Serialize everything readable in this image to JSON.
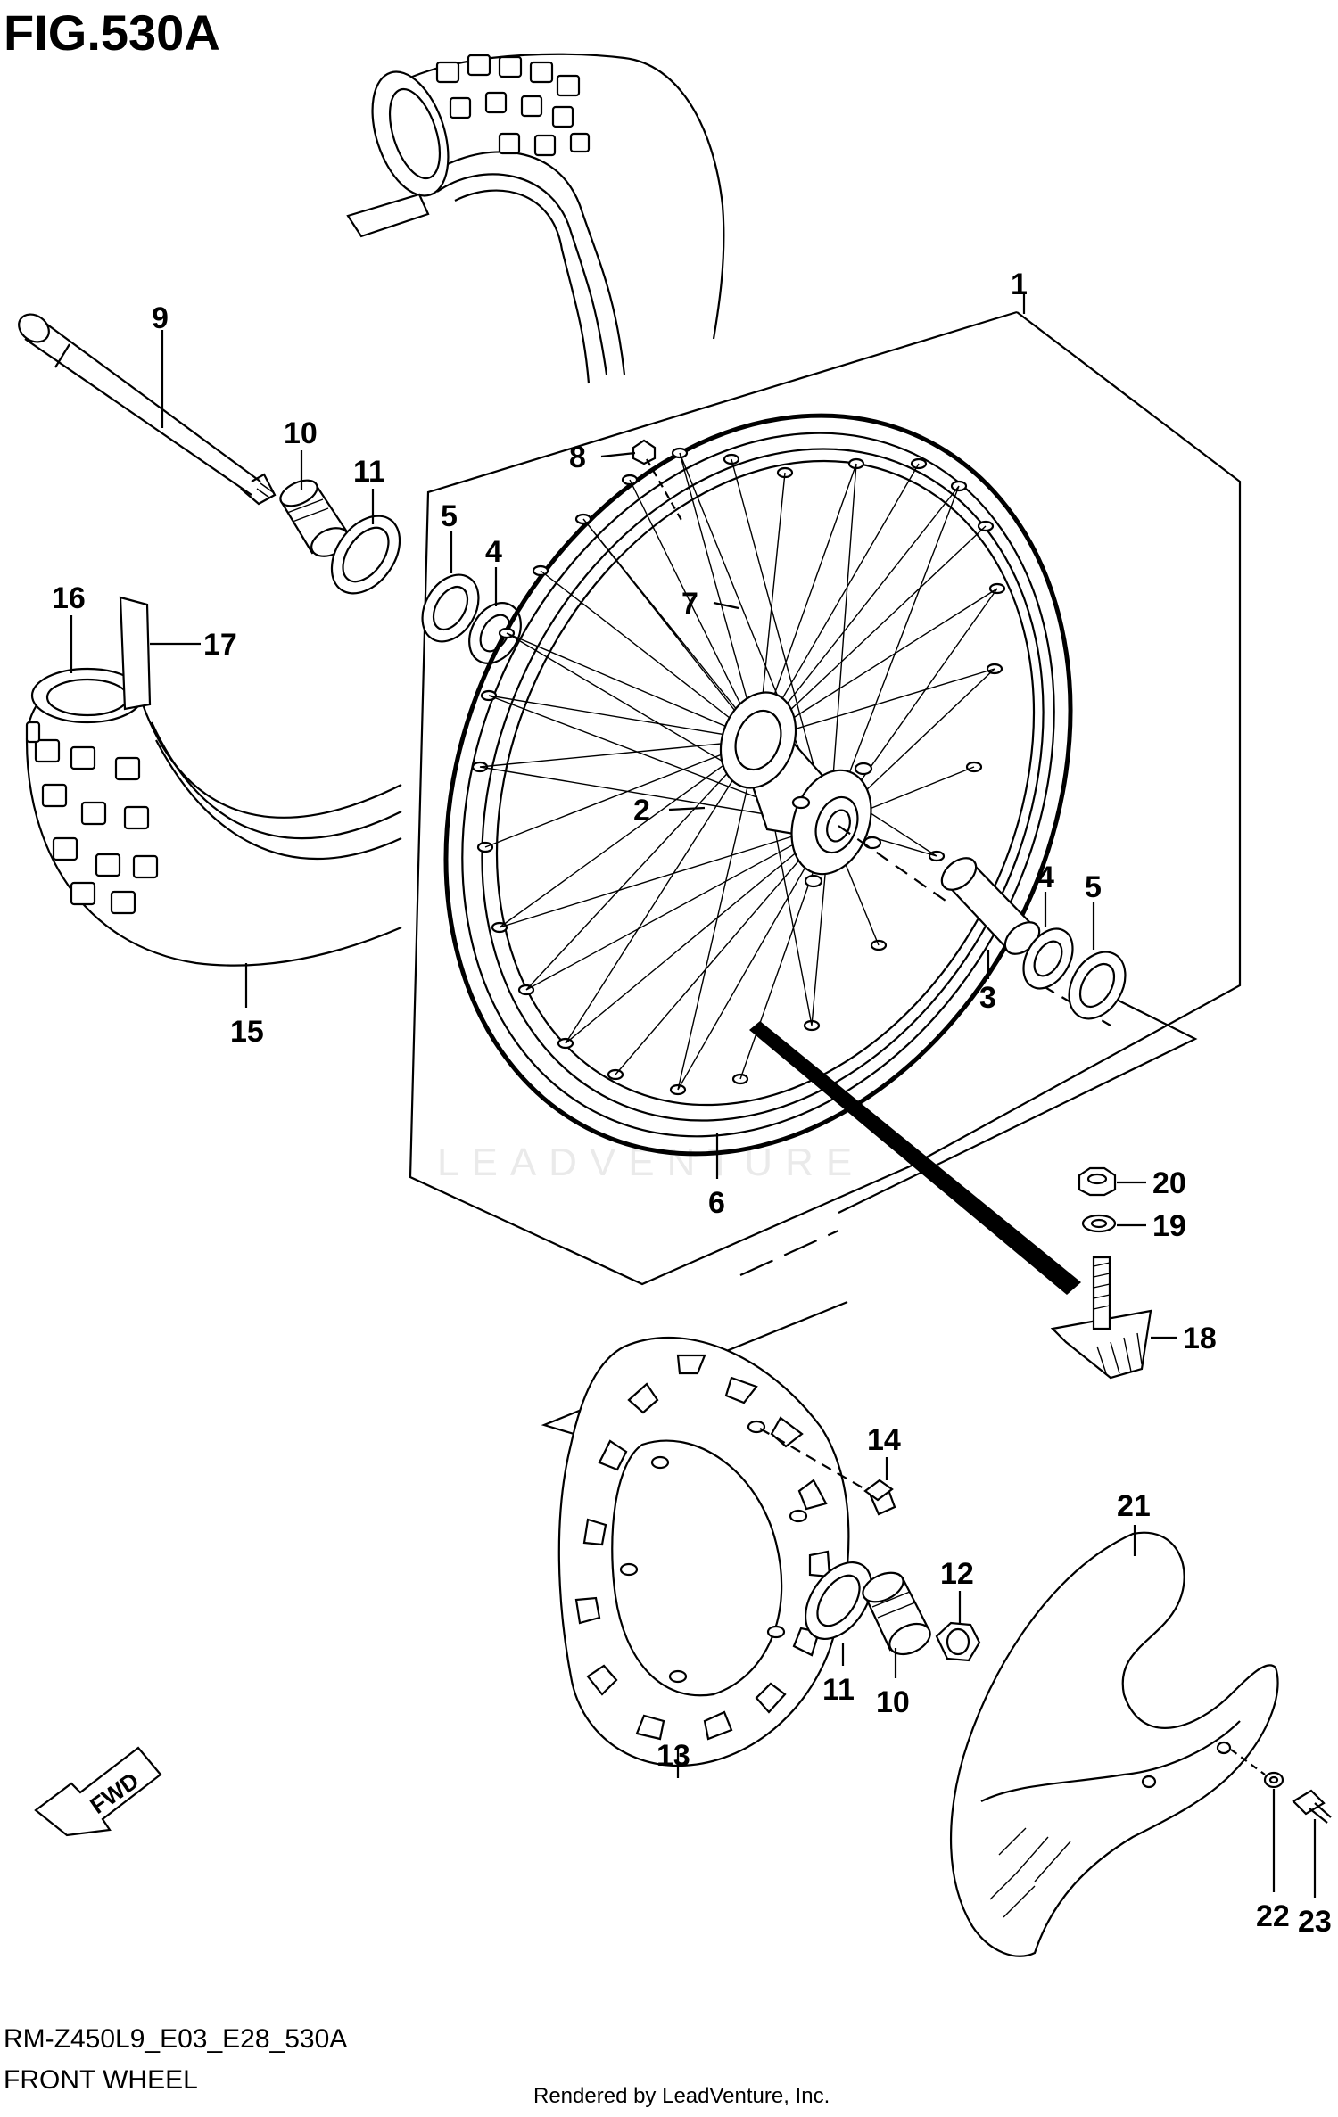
{
  "figure": {
    "title": "FIG.530A",
    "model_code": "RM-Z450L9_E03_E28_530A",
    "section_name": "FRONT WHEEL",
    "credit": "Rendered by LeadVenture, Inc.",
    "watermark": "LEADVENTURE",
    "fwd_label": "FWD"
  },
  "callouts": {
    "c1": "1",
    "c2": "2",
    "c3": "3",
    "c4a": "4",
    "c4b": "4",
    "c5a": "5",
    "c5b": "5",
    "c6": "6",
    "c7": "7",
    "c8": "8",
    "c9": "9",
    "c10a": "10",
    "c10b": "10",
    "c11a": "11",
    "c11b": "11",
    "c12": "12",
    "c13": "13",
    "c14": "14",
    "c15": "15",
    "c16": "16",
    "c17": "17",
    "c18": "18",
    "c19": "19",
    "c20": "20",
    "c21": "21",
    "c22": "22",
    "c23": "23"
  }
}
